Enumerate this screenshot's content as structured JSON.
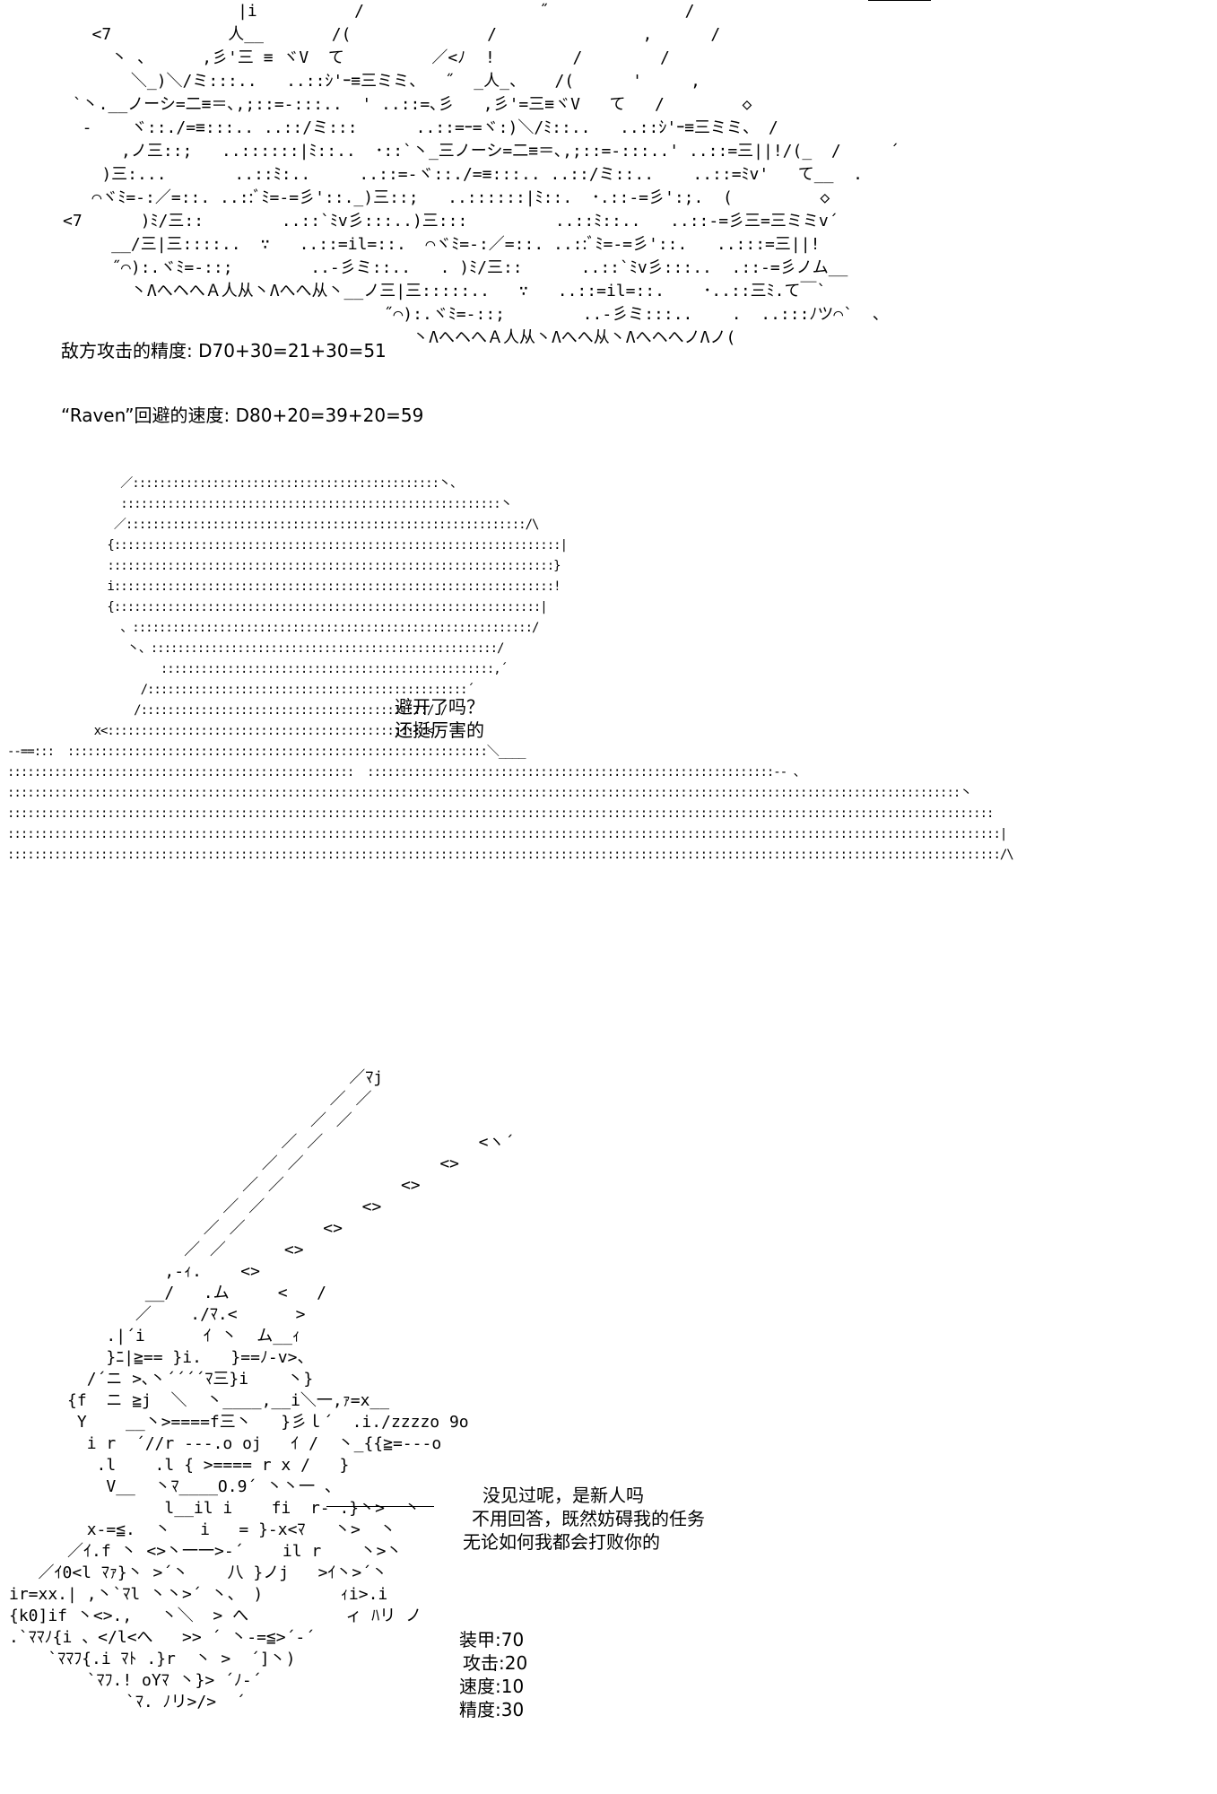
{
  "art": {
    "explosion": [
      "                  |i          /                  ˝              /",
      "   <7            人__       /(              /               ,      /",
      "     丶 、     ,彡'三 ≡ ヾV  て         ／<ﾉ  !        /        /",
      "       ＼_)＼/ミ:::..   ..::ｼ'ｰ≡三ミミ、  ˝  _人_、   /(      '     ,",
      " `丶.__ノーシ=二≡＝､,;::=-:::..  ' ..::=､彡   ,彡'=三≡ヾV   て   /        ◇",
      "  -    ヾ::./=≡:::.. ..::/ミ:::      ..::=ｰ=ヾ:)＼/ﾐ::..   ..::ｼ'ｰ≡三ミミ、 /",
      "      ,ノ三::;   ..::::::|ﾐ::..  ･::`丶_三ノーシ=二≡＝､,;::=-:::..' ..::=三||!/(_  /     ´",
      "    )三:...       ..::ﾐ:..     ..::=-ヾ::./=≡:::.. ..::/ミ::..    ..::=ﾐv'   て__  .",
      "   ⌒ヾﾐ=-:／=::. ..::ﾞﾐ=-=彡'::._)三::;   ..::::::|ﾐ::.  ･.::-=彡':;.  (         ◇",
      "<7      )ﾐ/三::        ..::`ﾐv彡:::..)三:::         ..::ﾐ::..   ..::-=彡三=三ミミv´",
      "     __/三|三::::..  ∵   ..::=il=::.  ⌒ヾﾐ=-:／=::. ..::ﾞﾐ=-=彡'::.   ..:::=三||!",
      "     ˝⌒):.ヾﾐ=-::;        ..-彡ミ::..   . )ﾐ/三::      ..::`ﾐv彡:::..  .::-=彡ノム__",
      "       丶ΛへヘへＡ人从丶Λへへ从丶__ノ三|三:::::..   ∵   ..::=il=::.    ･..::三ﾐ.て￣`",
      "                                 ˝⌒):.ヾﾐ=-::;        ..-彡ミ:::..    .  ..:::ﾉツ⌒`  、",
      "                                    丶ΛへヘへＡ人从丶Λへへ从丶ΛへヘへノΛノ("
    ],
    "figure": [
      "                 ／::::::::::::::::::::::::::::::::::::::::::::::丶、",
      "                 :::::::::::::::::::::::::::::::::::::::::::::::::::::::::丶",
      "                ／::::::::::::::::::::::::::::::::::::::::::::::::::::::::::::/\\",
      "               {:::::::::::::::::::::::::::::::::::::::::::::::::::::::::::::::::::|",
      "               :::::::::::::::::::::::::::::::::::::::::::::::::::::::::::::::::::}",
      "               i::::::::::::::::::::::::::::::::::::::::::::::::::::::::::::::::::!",
      "               {::::::::::::::::::::::::::::::::::::::::::::::::::::::::::::::::|",
      "                 、::::::::::::::::::::::::::::::::::::::::::::::::::::::::::::/",
      "                  丶、::::::::::::::::::::::::::::::::::::::::::::::::::::/",
      "                       ::::::::::::::::::::::::::::::::::::::::::::::::::,´",
      "                    /::::::::::::::::::::::::::::::::::::::::::::::::´",
      "                   /:::::::::::::::::::::::::::::::::::::::::::/ /",
      "             x<::::::::::::::::::::::::::::::::::::::::::::::::<",
      "-‐==:::  :::::::::::::::::::::::::::::::::::::::::::::::::::::::::::::::＼____",
      "::::::::::::::::::::::::::::::::::::::::::::::::::::  :::::::::::::::::::::::::::::::::::::::::::::::::::::::::::::-‐ 、",
      ":::::::::::::::::::::::::::::::::::::::::::::::::::::::::::::::::::::::::::::::::::::::::::::::::::::::::::::::::::::::::::::::::::::::::::::::丶",
      "::::::::::::::::::::::::::::::::::::::::::::::::::::::::::::::::::::::::::::::::::::::::::::::::::::::::::::::::::::::::::::::::::::::::::::::::::::",
      ":::::::::::::::::::::::::::::::::::::::::::::::::::::::::::::::::::::::::::::::::::::::::::::::::::::::::::::::::::::::::::::::::::::::::::::::::::::|",
      ":::::::::::::::::::::::::::::::::::::::::::::::::::::::::::::::::::::::::::::::::::::::::::::::::::::::::::::::::::::::::::::::::::::::::::::::::::::/\\"
    ],
    "mech": [
      "                                   ／ﾏj",
      "                                 ／ ／",
      "                               ／ ／",
      "                            ／ ／                <ヽ´",
      "                          ／ ／              <>",
      "                        ／ ／            <>",
      "                      ／ ／          <>",
      "                    ／ ／        <>",
      "                  ／ ／      <>",
      "                ,-ｨ.    <>",
      "              __/   .ム     <   /",
      "             ／    ./ﾏ.<      >",
      "          .|´i      ｲ 丶  ム__ｨ",
      "          }ﾆ|≧== }i.   }==ﾉ-v>、",
      "        /´ニ >､丶´´´´ﾏ三}i    丶}",
      "      {f  ニ ≧j  ＼  丶____,__i＼一,ｧ=x__",
      "       Y    __丶>====f三丶   }彡ｌ´  .i./zzzzo 9o",
      "        i r  ´//r ---.o oj   ｲ /  丶_{{≧=---o",
      "         .l    .l { >==== r x /   }",
      "          V__  丶ﾏ____O.9´ 丶丶一 、",
      "                l__il i    fi  r- .}丶>  丶",
      "        x-=≦.  丶   i   = }-x<ﾏ   丶>  丶",
      "      ／ｲ.f 丶 <>丶一一>-´    il r    丶>丶",
      "   ／ｲ0<l ﾏｧ}丶 >´丶    八 }ノj   >ｲ丶>´丶",
      "ir=xx.| ,丶`ﾏl 丶丶>´ 丶、 )        ｨi>.i",
      "{k0]if 丶<>.,   丶＼  > へ          ィ ﾊリ ノ",
      ".`ﾏﾏﾉ{i 、</l<へ   >> ´ 丶-=≦>´-´",
      "    `ﾏﾏﾌ{.i ﾏﾄ .}r  丶 >  ´]丶)",
      "        `ﾏﾌ.! oYﾏ 丶}> ´ﾉ-´",
      "            `ﾏ. ﾉリ>/>  ´"
    ]
  },
  "battle": {
    "enemy_accuracy": "敌方攻击的精度: D70+30=21+30=51",
    "raven_speed": "“Raven”回避的速度: D80+20=39+20=59"
  },
  "dialogue": {
    "enemy_line1": "避开了吗？",
    "enemy_line2": "还挺厉害的",
    "raven_line1": "没见过呢，是新人吗",
    "raven_line2": "不用回答，既然妨碍我的任务",
    "raven_line3": "无论如何我都会打败你的"
  },
  "stats": {
    "armor": "装甲:70",
    "attack": "攻击:20",
    "speed": "速度:10",
    "accuracy": "精度:30"
  }
}
